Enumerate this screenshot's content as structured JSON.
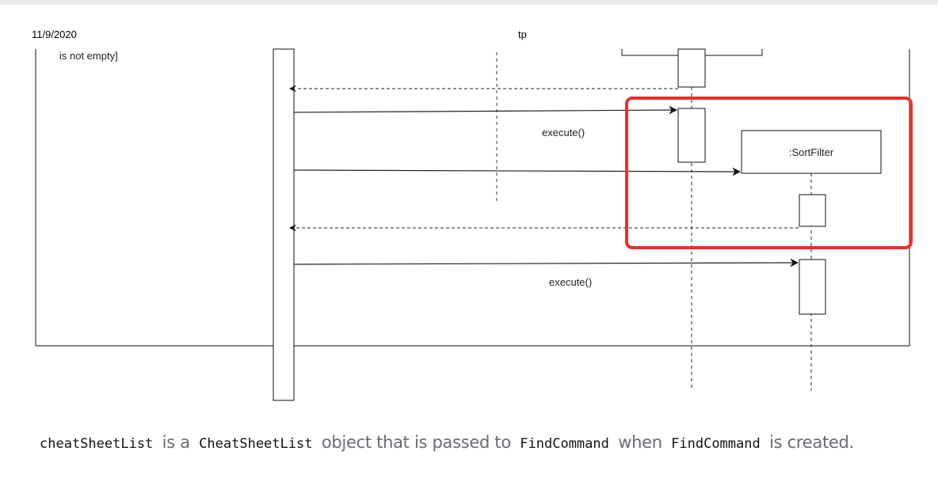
{
  "header": {
    "date": "11/9/2020",
    "title": "tp"
  },
  "diagram": {
    "guard_text": "is not empty]",
    "call_1": "execute()",
    "participant": ":SortFilter",
    "call_2": "execute()",
    "highlight_color": "#e8302a"
  },
  "caption": {
    "code_1": "cheatSheetList",
    "text_1": " is a ",
    "code_2": "CheatSheetList",
    "text_2": " object that is passed to ",
    "code_3": "FindCommand",
    "text_3": " when ",
    "code_4": "FindCommand",
    "text_4": " is created."
  }
}
